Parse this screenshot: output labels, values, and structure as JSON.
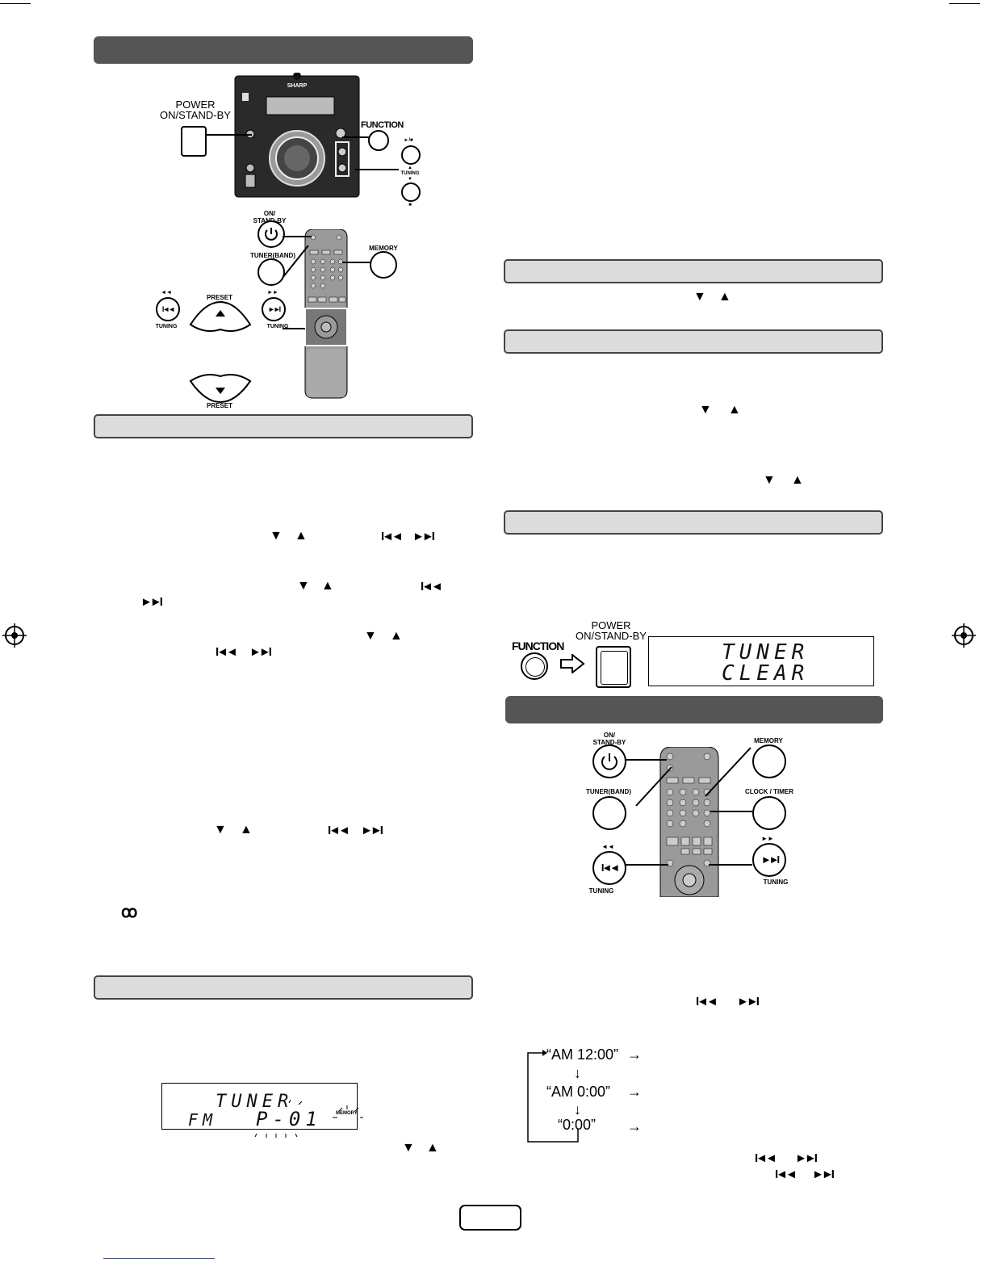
{
  "labels": {
    "power_on_standby": "POWER\nON/STAND-BY",
    "function": "FUNCTION",
    "play_pause": "►/■",
    "tuning_up": "▲",
    "tuning": "TUNING",
    "tuning_down": "▼",
    "stop": "■",
    "sharp": "SHARP",
    "on_standby_remote": "ON/\nSTAND-BY",
    "tuner_band": "TUNER(BAND)",
    "memory": "MEMORY",
    "preset": "PRESET",
    "rewind": "◄◄",
    "forward": "►►",
    "clock_timer": "CLOCK / TIMER",
    "stereo_symbol": "ꝏ"
  },
  "symbols": {
    "down": "▼",
    "up": "▲",
    "prev": "I◄◄",
    "next": "►►I"
  },
  "display_tuner_clear": {
    "line1": "TUNER",
    "line2": "CLEAR"
  },
  "display_memory": {
    "line1": "TUNER",
    "band": "FM",
    "preset": "P-01",
    "memory": "MEMORY"
  },
  "clock_flow": {
    "item1": "“AM 12:00”",
    "item2": "“AM 0:00”",
    "item3": "“0:00”",
    "arrow_down": "↓",
    "arrow_right": "→"
  },
  "colors": {
    "dark_bar": "#555555",
    "light_bar": "#dcdcdc"
  }
}
